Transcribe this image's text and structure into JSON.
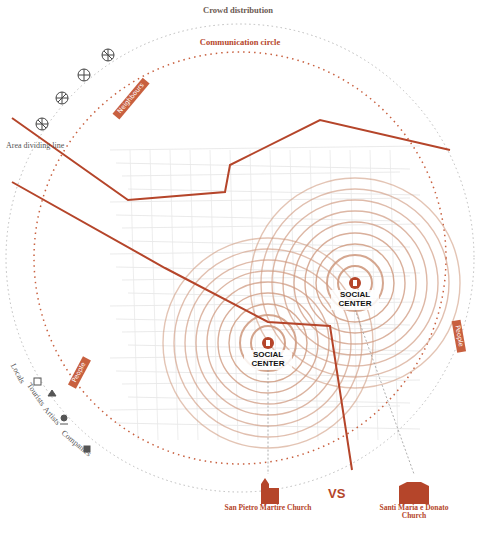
{
  "diagram": {
    "nodes": [
      {
        "text": [
          "SOCIAL CENTER"
        ]
      },
      {
        "text": [
          "SOCIAL CENTER"
        ]
      },
      {
        "text": [
          "San Pietro Martire Church"
        ]
      },
      {
        "text": [
          "Santi Maria e Donato Church"
        ]
      }
    ],
    "edges": [
      {
        "from": 0,
        "to": 3,
        "arrow": "none"
      },
      {
        "from": 1,
        "to": 2,
        "arrow": "none"
      }
    ],
    "labels": [
      "Crowd distribution",
      "Communication circle",
      "Neighbours",
      "Area dividing line",
      "People",
      "People",
      "Locals",
      "Tourists",
      "Artists",
      "Companies",
      "VS"
    ]
  }
}
